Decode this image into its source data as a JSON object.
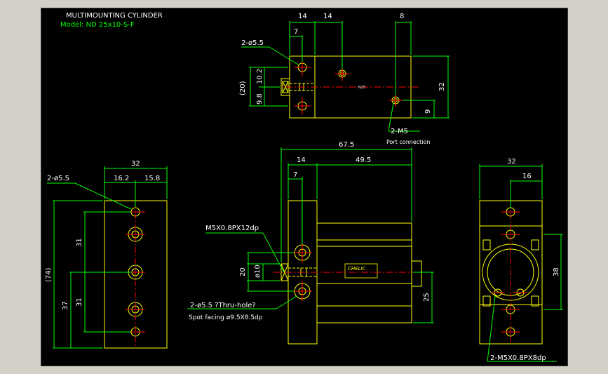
{
  "title": "MULTIMOUNTING CYLINDER",
  "model": "Model: ND 25x10-S-F",
  "top_view": {
    "dim_14a": "14",
    "dim_14b": "14",
    "dim_8": "8",
    "dim_7": "7",
    "hole_label": "2-ø5.5",
    "dim_10_2": "10.2",
    "dim_20": "(20)",
    "dim_9_8": "9.8",
    "dim_32": "32",
    "dim_9": "9",
    "port_label": "2-M5",
    "port_note": "Port connection",
    "body_tag": "N25"
  },
  "left_view": {
    "dim_32": "32",
    "dim_16_2": "16.2",
    "dim_15_8": "15.8",
    "hole_label": "2-ø5.5",
    "dim_74": "(74)",
    "dim_31a": "31",
    "dim_37": "37",
    "dim_31b": "31"
  },
  "front_view": {
    "dim_67_5": "67.5",
    "dim_14": "14",
    "dim_49_5": "49.5",
    "dim_7": "7",
    "thread_label": "M5X0.8PX12dp",
    "dim_20": "20",
    "dim_phi10": "ø10",
    "dim_25": "25",
    "hole_note": "2-ø5.5 ?Thru-hole?",
    "spot_note": "Spot facing  ø9.5X8.5dp",
    "nameplate": "CHELIC"
  },
  "right_view": {
    "dim_32": "32",
    "dim_16": "16",
    "dim_38": "38",
    "thread_label": "2-M5X0.8PX8dp"
  },
  "colors": {
    "background": "#000000",
    "outline": "#ffff00",
    "dimension": "#00ff00",
    "centerline": "#ff0000",
    "text": "#ffffff",
    "frame": "#d4d0c8"
  }
}
